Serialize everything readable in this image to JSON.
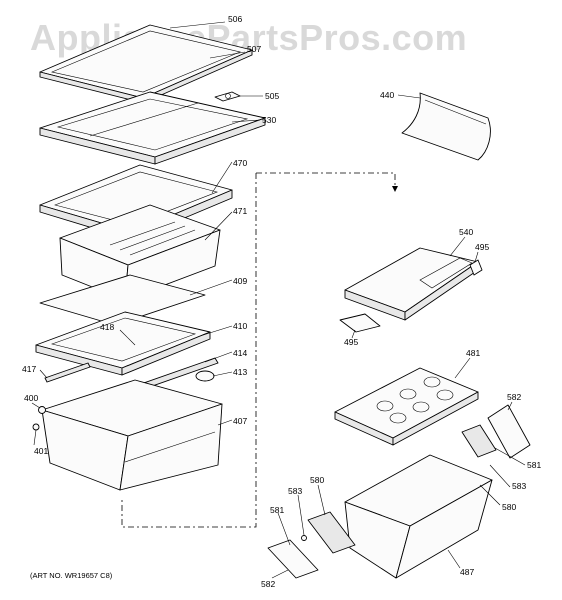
{
  "watermark": "AppliancePartsPros.com",
  "art_number": "(ART NO. WR19657 C8)",
  "callouts": {
    "c506": "506",
    "c507": "507",
    "c505": "505",
    "c530": "530",
    "c470": "470",
    "c471": "471",
    "c409": "409",
    "c418": "418",
    "c410": "410",
    "c414": "414",
    "c417": "417",
    "c413": "413",
    "c400": "400",
    "c401": "401",
    "c407": "407",
    "c440": "440",
    "c540": "540",
    "c495a": "495",
    "c495b": "495",
    "c481": "481",
    "c582a": "582",
    "c581a": "581",
    "c583a": "583",
    "c580a": "580",
    "c583b": "583",
    "c580b": "580",
    "c581b": "581",
    "c582b": "582",
    "c487": "487"
  }
}
